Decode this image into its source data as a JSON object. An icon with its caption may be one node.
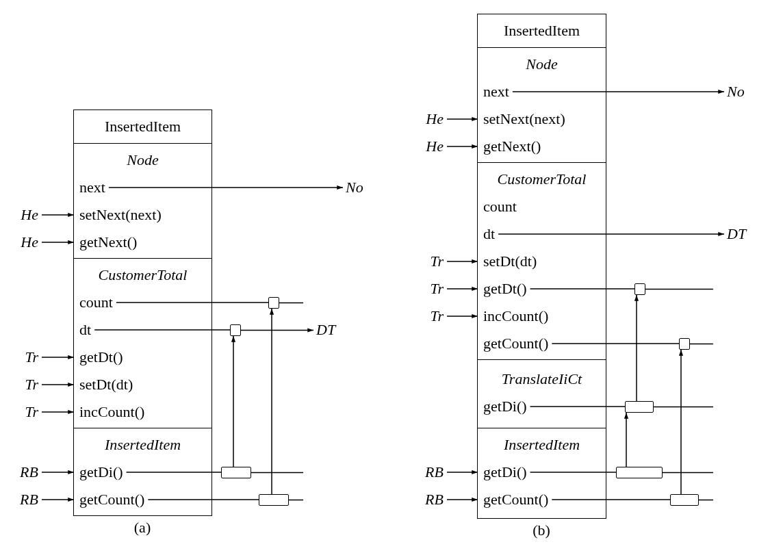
{
  "diagram": {
    "nodes": [
      {
        "text": [
          "InsertedItem"
        ]
      },
      {
        "text": [
          "Node"
        ]
      },
      {
        "text": [
          "next"
        ],
        "in": 1
      },
      {
        "text": [
          "setNext(next)"
        ],
        "in": 1
      },
      {
        "text": [
          "getNext()"
        ],
        "in": 1
      },
      {
        "text": [
          "CustomerTotal"
        ]
      },
      {
        "text": [
          "count"
        ],
        "in": 5
      },
      {
        "text": [
          "dt"
        ],
        "in": 5
      },
      {
        "text": [
          "getDt()"
        ],
        "in": 5
      },
      {
        "text": [
          "setDt(dt)"
        ],
        "in": 5
      },
      {
        "text": [
          "incCount()"
        ],
        "in": 5
      },
      {
        "text": [
          "InsertedItem"
        ]
      },
      {
        "text": [
          "getDi()"
        ],
        "in": 11
      },
      {
        "text": [
          "getCount()"
        ],
        "in": 11
      },
      {
        "text": [
          "No"
        ]
      },
      {
        "text": [
          "He"
        ]
      },
      {
        "text": [
          "He"
        ]
      },
      {
        "text": [
          "DT"
        ]
      },
      {
        "text": [
          "Tr"
        ]
      },
      {
        "text": [
          "Tr"
        ]
      },
      {
        "text": [
          "Tr"
        ]
      },
      {
        "text": [
          "RB"
        ]
      },
      {
        "text": [
          "RB"
        ]
      },
      {
        "text": [],
        "shape": "box"
      },
      {
        "text": [],
        "shape": "box"
      },
      {
        "text": [],
        "shape": "box"
      },
      {
        "text": [],
        "shape": "box"
      },
      {
        "text": [
          "InsertedItem"
        ]
      },
      {
        "text": [
          "Node"
        ]
      },
      {
        "text": [
          "next"
        ],
        "in": 28
      },
      {
        "text": [
          "setNext(next)"
        ],
        "in": 28
      },
      {
        "text": [
          "getNext()"
        ],
        "in": 28
      },
      {
        "text": [
          "CustomerTotal"
        ]
      },
      {
        "text": [
          "count"
        ],
        "in": 32
      },
      {
        "text": [
          "dt"
        ],
        "in": 32
      },
      {
        "text": [
          "setDt(dt)"
        ],
        "in": 32
      },
      {
        "text": [
          "getDt()"
        ],
        "in": 32
      },
      {
        "text": [
          "incCount()"
        ],
        "in": 32
      },
      {
        "text": [
          "getCount()"
        ],
        "in": 32
      },
      {
        "text": [
          "TranslateIiCt"
        ]
      },
      {
        "text": [
          "getDi()"
        ],
        "in": 39
      },
      {
        "text": [
          "InsertedItem"
        ]
      },
      {
        "text": [
          "getDi()"
        ],
        "in": 41
      },
      {
        "text": [
          "getCount()"
        ],
        "in": 41
      },
      {
        "text": [
          "No"
        ]
      },
      {
        "text": [
          "He"
        ]
      },
      {
        "text": [
          "He"
        ]
      },
      {
        "text": [
          "DT"
        ]
      },
      {
        "text": [
          "Tr"
        ]
      },
      {
        "text": [
          "Tr"
        ]
      },
      {
        "text": [
          "Tr"
        ]
      },
      {
        "text": [
          "RB"
        ]
      },
      {
        "text": [
          "RB"
        ]
      },
      {
        "text": [],
        "shape": "box"
      },
      {
        "text": [],
        "shape": "box"
      },
      {
        "text": [],
        "shape": "box"
      },
      {
        "text": [],
        "shape": "box"
      },
      {
        "text": [],
        "shape": "box"
      }
    ],
    "edges": [
      {
        "from": 15,
        "to": 3,
        "arrow": "to"
      },
      {
        "from": 16,
        "to": 4,
        "arrow": "to"
      },
      {
        "from": 18,
        "to": 8,
        "arrow": "to"
      },
      {
        "from": 19,
        "to": 9,
        "arrow": "to"
      },
      {
        "from": 20,
        "to": 10,
        "arrow": "to"
      },
      {
        "from": 21,
        "to": 12,
        "arrow": "to"
      },
      {
        "from": 22,
        "to": 13,
        "arrow": "to"
      },
      {
        "from": 2,
        "to": 14,
        "arrow": "to"
      },
      {
        "from": 6,
        "to": 24,
        "arrow": "none"
      },
      {
        "from": 24,
        "to": null,
        "arrow": "none"
      },
      {
        "from": 7,
        "to": 23,
        "arrow": "none"
      },
      {
        "from": 23,
        "to": 17,
        "arrow": "to"
      },
      {
        "from": 12,
        "to": 25,
        "arrow": "none"
      },
      {
        "from": 25,
        "to": null,
        "arrow": "none"
      },
      {
        "from": 13,
        "to": 26,
        "arrow": "none"
      },
      {
        "from": 26,
        "to": null,
        "arrow": "none"
      },
      {
        "from": 25,
        "to": 23,
        "arrow": "to"
      },
      {
        "from": 26,
        "to": 24,
        "arrow": "to"
      },
      {
        "from": 45,
        "to": 30,
        "arrow": "to"
      },
      {
        "from": 46,
        "to": 31,
        "arrow": "to"
      },
      {
        "from": 48,
        "to": 35,
        "arrow": "to"
      },
      {
        "from": 49,
        "to": 36,
        "arrow": "to"
      },
      {
        "from": 50,
        "to": 37,
        "arrow": "to"
      },
      {
        "from": 51,
        "to": 42,
        "arrow": "to"
      },
      {
        "from": 52,
        "to": 43,
        "arrow": "to"
      },
      {
        "from": 29,
        "to": 44,
        "arrow": "to"
      },
      {
        "from": 34,
        "to": 47,
        "arrow": "to"
      },
      {
        "from": 36,
        "to": 53,
        "arrow": "none"
      },
      {
        "from": 53,
        "to": null,
        "arrow": "none"
      },
      {
        "from": 38,
        "to": 54,
        "arrow": "none"
      },
      {
        "from": 54,
        "to": null,
        "arrow": "none"
      },
      {
        "from": 40,
        "to": 55,
        "arrow": "none"
      },
      {
        "from": 55,
        "to": null,
        "arrow": "none"
      },
      {
        "from": 42,
        "to": 56,
        "arrow": "none"
      },
      {
        "from": 56,
        "to": null,
        "arrow": "none"
      },
      {
        "from": 43,
        "to": 57,
        "arrow": "none"
      },
      {
        "from": 57,
        "to": null,
        "arrow": "none"
      },
      {
        "from": 56,
        "to": 55,
        "arrow": "to"
      },
      {
        "from": 55,
        "to": 53,
        "arrow": "to"
      },
      {
        "from": 57,
        "to": 54,
        "arrow": "to"
      }
    ],
    "labels": [
      "(a)",
      "(b)"
    ]
  }
}
